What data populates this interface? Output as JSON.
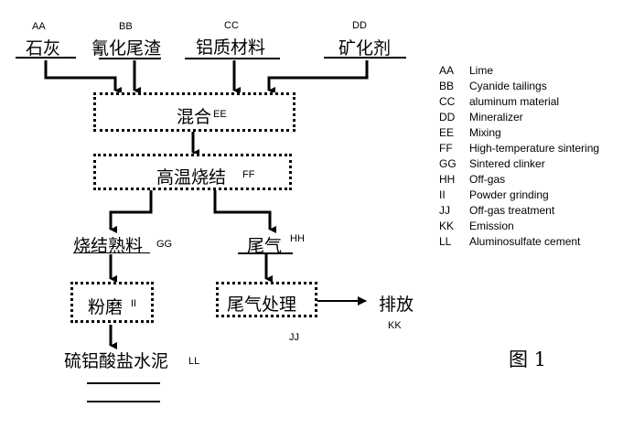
{
  "diagram": {
    "inputs": [
      {
        "code": "AA",
        "label": "石灰"
      },
      {
        "code": "BB",
        "label": "氰化尾渣"
      },
      {
        "code": "CC",
        "label": "铝质材料"
      },
      {
        "code": "DD",
        "label": "矿化剂"
      }
    ],
    "mixing": {
      "label": "混合",
      "code": "EE"
    },
    "sintering": {
      "label": "高温烧结",
      "code": "FF"
    },
    "clinker": {
      "label": "烧结熟料",
      "code": "GG"
    },
    "offgas": {
      "label": "尾气",
      "code": "HH"
    },
    "grinding": {
      "label": "粉磨",
      "code": "II"
    },
    "treatment": {
      "label": "尾气处理",
      "code": "JJ"
    },
    "emission": {
      "label": "排放",
      "code": "KK"
    },
    "product": {
      "label": "硫铝酸盐水泥",
      "code": "LL"
    },
    "figure_label": "图 1"
  },
  "legend": [
    {
      "code": "AA",
      "text": "Lime"
    },
    {
      "code": "BB",
      "text": "Cyanide tailings"
    },
    {
      "code": "CC",
      "text": "aluminum material"
    },
    {
      "code": "DD",
      "text": "Mineralizer"
    },
    {
      "code": "EE",
      "text": "Mixing"
    },
    {
      "code": "FF",
      "text": "High-temperature sintering"
    },
    {
      "code": "GG",
      "text": "Sintered clinker"
    },
    {
      "code": "HH",
      "text": "Off-gas"
    },
    {
      "code": "II",
      "text": "Powder grinding"
    },
    {
      "code": "JJ",
      "text": "Off-gas treatment"
    },
    {
      "code": "KK",
      "text": "Emission"
    },
    {
      "code": "LL",
      "text": "Aluminosulfate cement"
    }
  ]
}
